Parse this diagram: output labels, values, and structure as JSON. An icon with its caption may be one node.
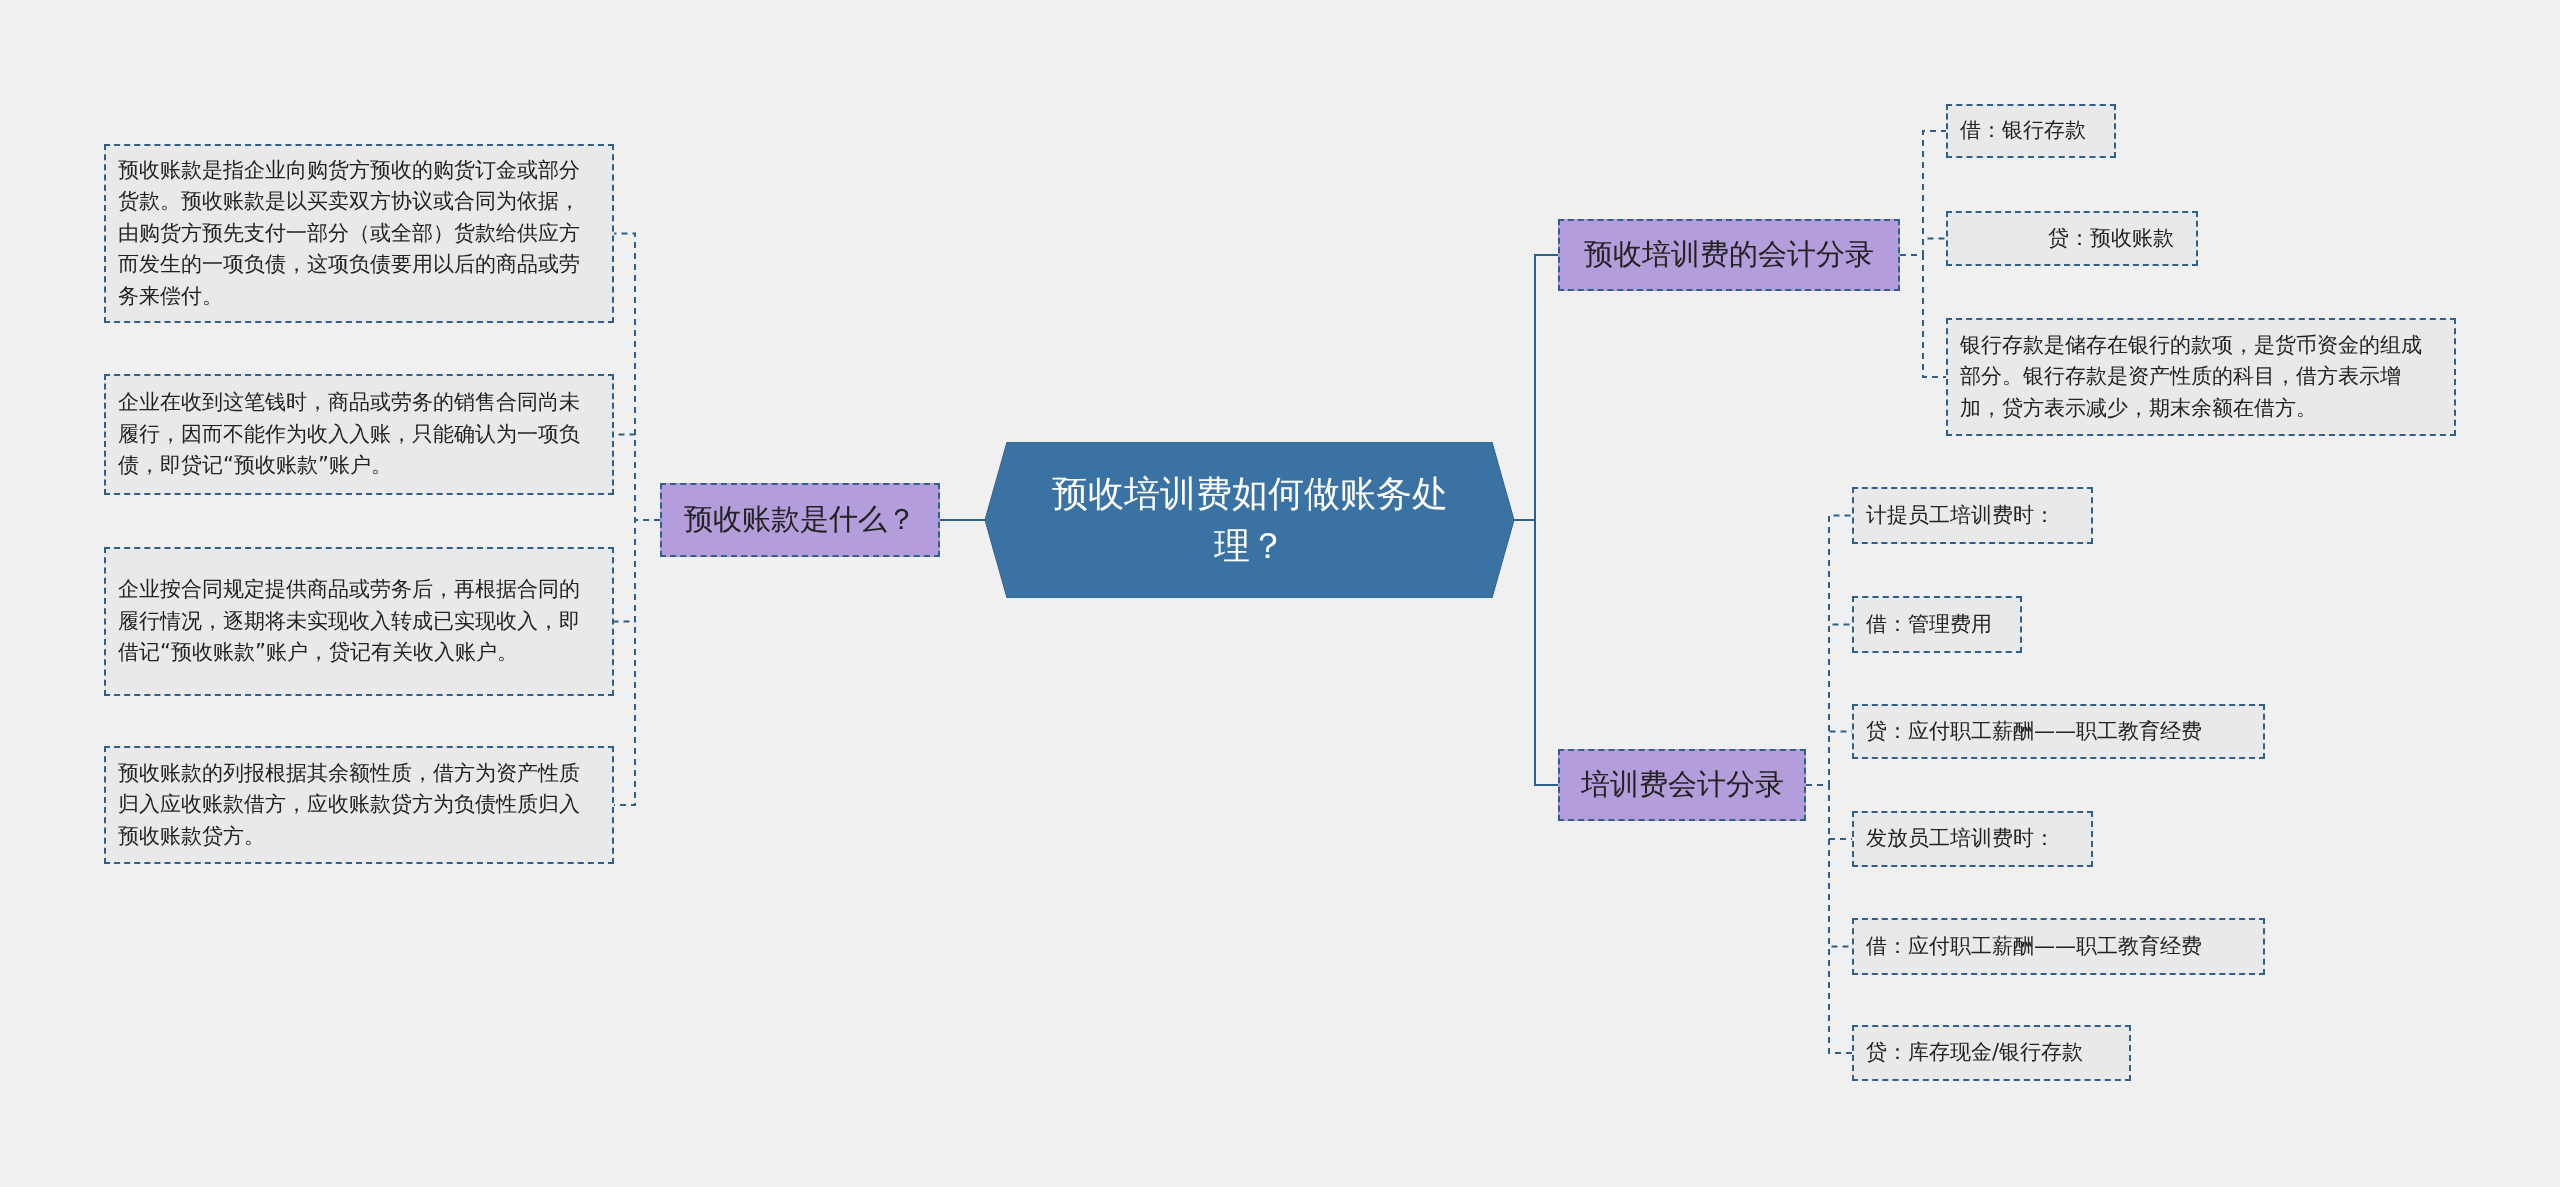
{
  "diagram": {
    "nodes": [
      {
        "text": [
          "预收培训费如何做账务处理？"
        ]
      },
      {
        "text": [
          "预收账款是什么？"
        ]
      },
      {
        "text": [
          "预收账款是指企业向购货方预收的购货订金或部分货款。预收账款是以买卖双方协议或合同为依据，由购货方预先支付一部分（或全部）货款给供应方而发生的一项负债，这项负债要用以后的商品或劳务来偿付。"
        ]
      },
      {
        "text": [
          "企业在收到这笔钱时，商品或劳务的销售合同尚未履行，因而不能作为收入入账，只能确认为一项负债，即贷记“预收账款”账户。"
        ]
      },
      {
        "text": [
          "企业按合同规定提供商品或劳务后，再根据合同的履行情况，逐期将未实现收入转成已实现收入，即借记“预收账款”账户，贷记有关收入账户。"
        ]
      },
      {
        "text": [
          "预收账款的列报根据其余额性质，借方为资产性质归入应收账款借方，应收账款贷方为负债性质归入预收账款贷方。"
        ]
      },
      {
        "text": [
          "预收培训费的会计分录"
        ]
      },
      {
        "text": [
          "借：银行存款"
        ]
      },
      {
        "text": [
          "贷：预收账款"
        ]
      },
      {
        "text": [
          "银行存款是储存在银行的款项，是货币资金的组成部分。银行存款是资产性质的科目，借方表示增加，贷方表示减少，期末余额在借方。"
        ]
      },
      {
        "text": [
          "培训费会计分录"
        ]
      },
      {
        "text": [
          "计提员工培训费时："
        ]
      },
      {
        "text": [
          "借：管理费用"
        ]
      },
      {
        "text": [
          "贷：应付职工薪酬——职工教育经费"
        ]
      },
      {
        "text": [
          "发放员工培训费时："
        ]
      },
      {
        "text": [
          "借：应付职工薪酬——职工教育经费"
        ]
      },
      {
        "text": [
          "贷：库存现金/银行存款"
        ]
      }
    ],
    "edges": [
      {
        "from": 0,
        "to": 1,
        "arrow": "none"
      },
      {
        "from": 1,
        "to": 2,
        "arrow": "none",
        "style": "dashed"
      },
      {
        "from": 1,
        "to": 3,
        "arrow": "none",
        "style": "dashed"
      },
      {
        "from": 1,
        "to": 4,
        "arrow": "none",
        "style": "dashed"
      },
      {
        "from": 1,
        "to": 5,
        "arrow": "none",
        "style": "dashed"
      },
      {
        "from": 0,
        "to": 6,
        "arrow": "none"
      },
      {
        "from": 6,
        "to": 7,
        "arrow": "none",
        "style": "dashed"
      },
      {
        "from": 6,
        "to": 8,
        "arrow": "none",
        "style": "dashed"
      },
      {
        "from": 6,
        "to": 9,
        "arrow": "none",
        "style": "dashed"
      },
      {
        "from": 0,
        "to": 10,
        "arrow": "none"
      },
      {
        "from": 10,
        "to": 11,
        "arrow": "none",
        "style": "dashed"
      },
      {
        "from": 10,
        "to": 12,
        "arrow": "none",
        "style": "dashed"
      },
      {
        "from": 10,
        "to": 13,
        "arrow": "none",
        "style": "dashed"
      },
      {
        "from": 10,
        "to": 14,
        "arrow": "none",
        "style": "dashed"
      },
      {
        "from": 10,
        "to": 15,
        "arrow": "none",
        "style": "dashed"
      },
      {
        "from": 10,
        "to": 16,
        "arrow": "none",
        "style": "dashed"
      }
    ]
  }
}
